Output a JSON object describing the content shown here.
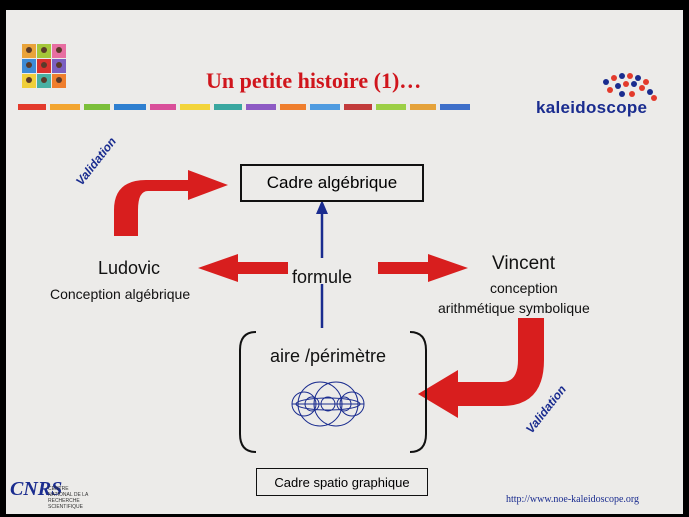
{
  "slide": {
    "title": "Un petite histoire (1)…",
    "logo_text": "kaleidoscope",
    "url": "http://www.noe-kaleidoscope.org",
    "cnrs_logo": "CNRS",
    "cnrs_subtext": "CENTRE NATIONAL DE LA RECHERCHE SCIENTIFIQUE"
  },
  "diagram": {
    "cadre_algebrique": "Cadre algébrique",
    "formule": "formule",
    "ludovic": "Ludovic",
    "ludovic_sub": "Conception algébrique",
    "vincent": "Vincent",
    "vincent_sub1": "conception",
    "vincent_sub2": "arithmétique symbolique",
    "aire_perimetre": "aire /périmètre",
    "cadre_spatio": "Cadre spatio graphique",
    "validation_top": "Validation",
    "validation_bottom": "Validation"
  },
  "colors": {
    "arrow_red": "#d81e1e",
    "title_red": "#d0151c",
    "blue": "#1a2c8f"
  },
  "icons": [
    "kaleidoscope-thumbnail-grid",
    "kaleidoscope-dots-logo",
    "circles-figure-icon",
    "cnrs-logo"
  ]
}
